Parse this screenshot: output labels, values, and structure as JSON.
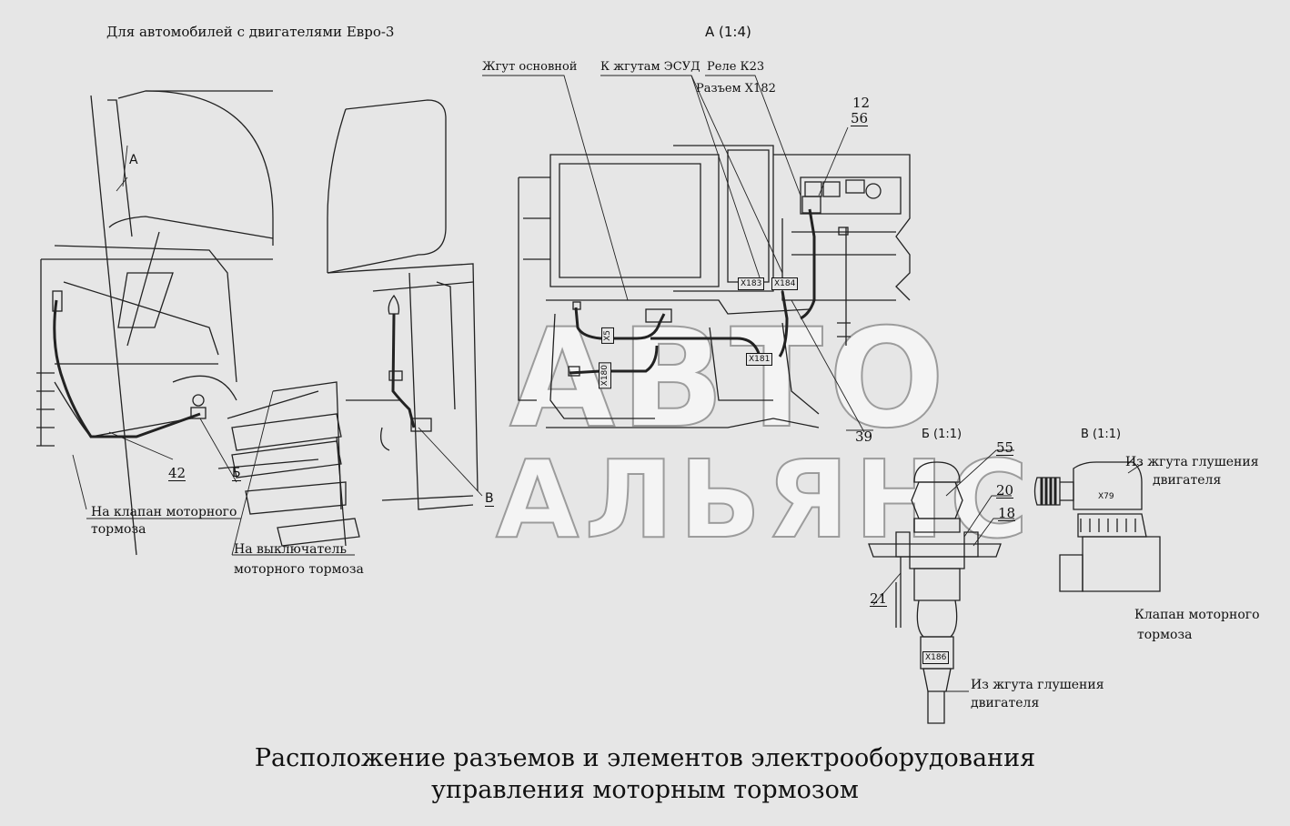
{
  "header": {
    "note": "Для автомобилей с двигателями Евро-3",
    "view_a": "А  (1:4)",
    "view_b": "Б  (1:1)",
    "view_v": "В  (1:1)"
  },
  "left_callouts": {
    "arrow_a": "А",
    "num_42": "42",
    "marker_b": "Б",
    "marker_v": "В",
    "valve_line1": "На клапан моторного",
    "valve_line2": "тормоза",
    "switch_line1": "На выключатель",
    "switch_line2": "моторного тормоза"
  },
  "view_a_labels": {
    "main_harness": "Жгут основной",
    "to_ecu_harness": "К жгутам ЭСУД",
    "relay": "Реле К23",
    "connector_x182": "Разъем Х182",
    "num_12": "12",
    "num_56": "56",
    "num_39": "39"
  },
  "connectors": {
    "x5": "X5",
    "x180": "X180",
    "x183": "X183",
    "x184": "X184",
    "x181": "X181",
    "x186": "X186",
    "x79": "X79"
  },
  "view_b_labels": {
    "num_55": "55",
    "num_20": "20",
    "num_18": "18",
    "num_21": "21",
    "from_harness_line1": "Из жгута глушения",
    "from_harness_line2": "двигателя"
  },
  "view_v_labels": {
    "from_harness_line1": "Из жгута глушения",
    "from_harness_line2": "двигателя",
    "valve_line1": "Клапан моторного",
    "valve_line2": "тормоза"
  },
  "caption": {
    "line1": "Расположение разъемов и элементов электрооборудования",
    "line2": "управления моторным тормозом"
  },
  "watermark": {
    "line1": "АВТО",
    "line2": "АЛЬЯНС"
  }
}
